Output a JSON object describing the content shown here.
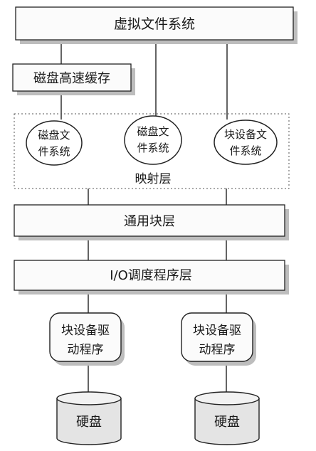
{
  "layers": {
    "vfs": "虚拟文件系统",
    "disk_cache": "磁盘高速缓存",
    "mapping_layer": "映射层",
    "generic_block_layer": "通用块层",
    "io_scheduler_layer": "I/O调度程序层"
  },
  "filesystems": [
    {
      "line1": "磁盘文",
      "line2": "件系统"
    },
    {
      "line1": "磁盘文",
      "line2": "件系统"
    },
    {
      "line1": "块设备文",
      "line2": "件系统"
    }
  ],
  "drivers": [
    {
      "line1": "块设备驱",
      "line2": "动程序"
    },
    {
      "line1": "块设备驱",
      "line2": "动程序"
    }
  ],
  "disks": [
    {
      "label": "硬盘"
    },
    {
      "label": "硬盘"
    }
  ],
  "colors": {
    "stroke": "#222222",
    "box_fill": "#fbfbfb",
    "shadow": "#bdbdbd",
    "dotted": "#555555",
    "disk_fill": "#e4e4e4",
    "disk_top": "#f2f2f2"
  }
}
